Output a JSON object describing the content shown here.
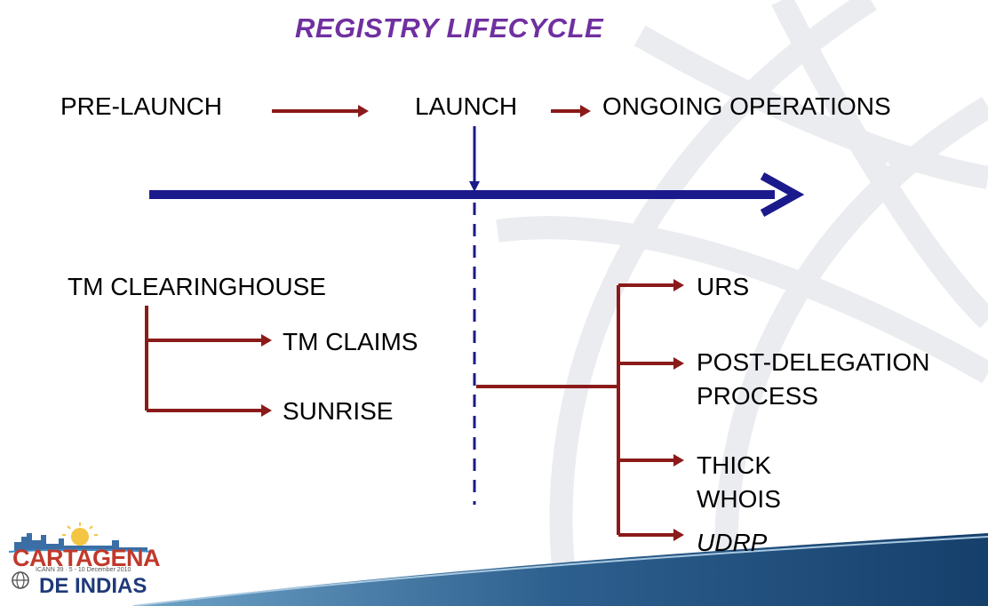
{
  "title": "REGISTRY  LIFECYCLE",
  "phases": {
    "pre_launch": "PRE-LAUNCH",
    "launch": "LAUNCH",
    "ongoing": "ONGOING OPERATIONS"
  },
  "pre_launch_items": {
    "root": "TM CLEARINGHOUSE",
    "claims": "TM CLAIMS",
    "sunrise": "SUNRISE"
  },
  "ongoing_items": {
    "urs": "URS",
    "post_delegation_line1": "POST-DELEGATION",
    "post_delegation_line2": "PROCESS",
    "thick_whois_line1": "THICK",
    "thick_whois_line2": "WHOIS",
    "udrp": "UDRP"
  },
  "logo": {
    "line1": "CARTAGENA",
    "line2": "ICANN 39 · 5 - 10 December 2010",
    "line3": "DE INDIAS"
  },
  "colors": {
    "title": "#7030A0",
    "timeline": "#1B1A8C",
    "connector": "#8B1A1A",
    "text": "#000000",
    "logo_red": "#C0392B",
    "logo_blue": "#1F3A7A"
  }
}
